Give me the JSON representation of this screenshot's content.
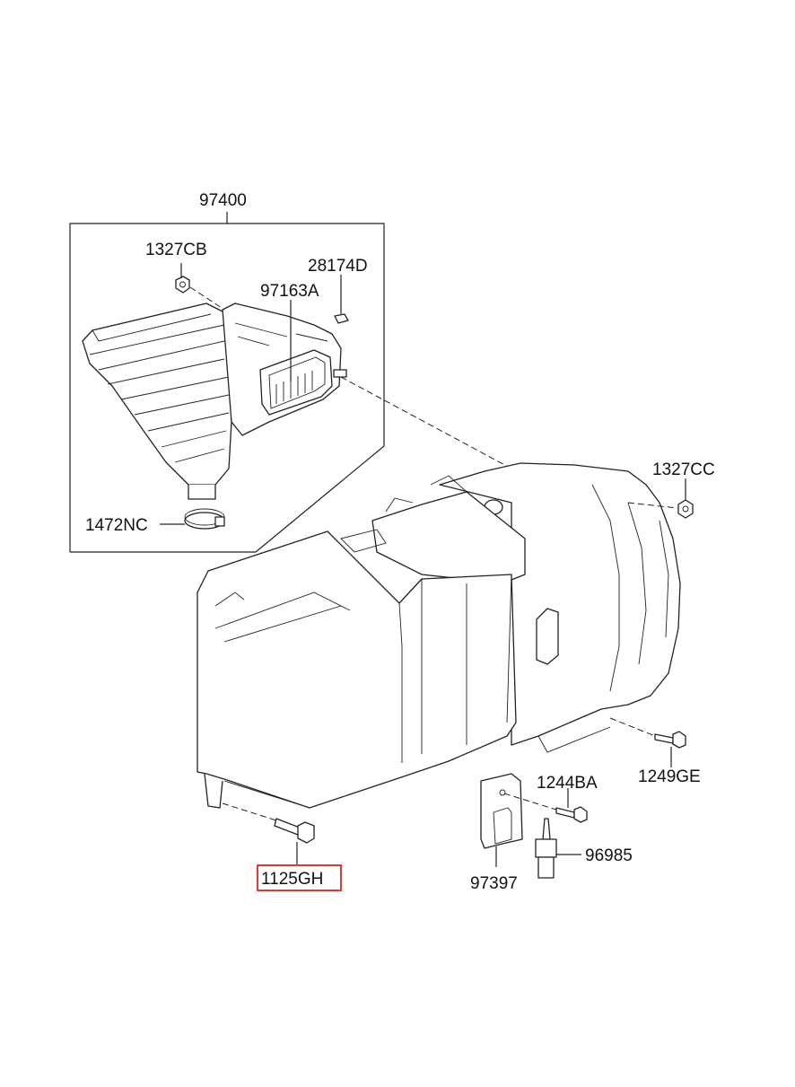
{
  "diagram": {
    "labels": {
      "p97400": "97400",
      "p1327CB": "1327CB",
      "p28174D": "28174D",
      "p97163A": "97163A",
      "p1472NC": "1472NC",
      "p1327CC": "1327CC",
      "p1249GE": "1249GE",
      "p1244BA": "1244BA",
      "p96985": "96985",
      "p97397": "97397",
      "p1125GH": "1125GH"
    },
    "highlighted_part": "1125GH",
    "highlight_color": "#e53935"
  }
}
